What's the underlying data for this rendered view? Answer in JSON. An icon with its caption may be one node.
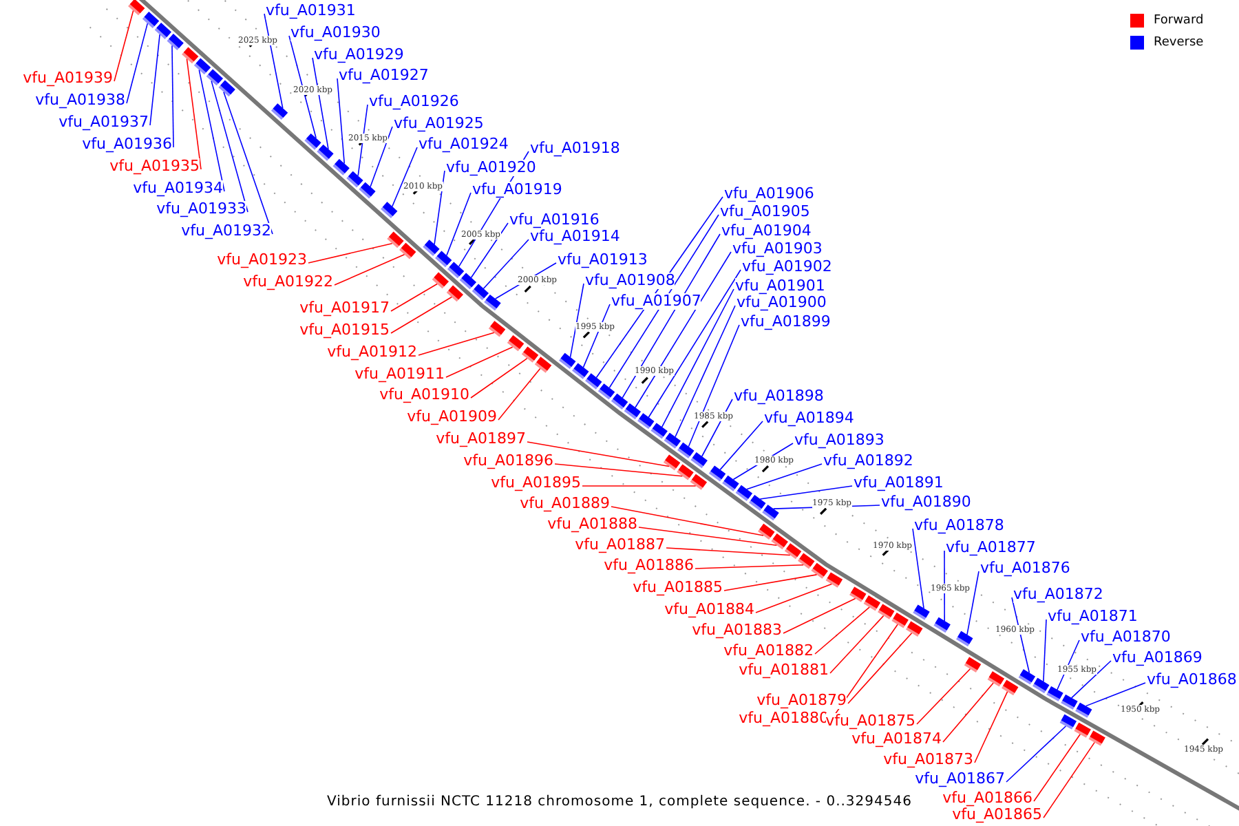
{
  "diagram": {
    "caption": "Vibrio furnissii NCTC 11218 chromosome 1, complete sequence. - 0..3294546",
    "nodes": [
      {
        "text": [
          "vfu_A01931"
        ]
      },
      {
        "text": [
          "vfu_A01930"
        ]
      },
      {
        "text": [
          "vfu_A01929"
        ]
      },
      {
        "text": [
          "vfu_A01927"
        ]
      },
      {
        "text": [
          "vfu_A01939"
        ]
      },
      {
        "text": [
          "vfu_A01926"
        ]
      },
      {
        "text": [
          "vfu_A01938"
        ]
      },
      {
        "text": [
          "vfu_A01925"
        ]
      },
      {
        "text": [
          "vfu_A01937"
        ]
      },
      {
        "text": [
          "vfu_A01924"
        ]
      },
      {
        "text": [
          "vfu_A01936"
        ]
      },
      {
        "text": [
          "vfu_A01918"
        ]
      },
      {
        "text": [
          "vfu_A01935"
        ]
      },
      {
        "text": [
          "vfu_A01920"
        ]
      },
      {
        "text": [
          "vfu_A01934"
        ]
      },
      {
        "text": [
          "vfu_A01919"
        ]
      },
      {
        "text": [
          "vfu_A01906"
        ]
      },
      {
        "text": [
          "vfu_A01933"
        ]
      },
      {
        "text": [
          "vfu_A01905"
        ]
      },
      {
        "text": [
          "vfu_A01916"
        ]
      },
      {
        "text": [
          "vfu_A01932"
        ]
      },
      {
        "text": [
          "vfu_A01904"
        ]
      },
      {
        "text": [
          "vfu_A01914"
        ]
      },
      {
        "text": [
          "vfu_A01903"
        ]
      },
      {
        "text": [
          "vfu_A01923"
        ]
      },
      {
        "text": [
          "vfu_A01913"
        ]
      },
      {
        "text": [
          "vfu_A01902"
        ]
      },
      {
        "text": [
          "vfu_A01922"
        ]
      },
      {
        "text": [
          "vfu_A01908"
        ]
      },
      {
        "text": [
          "vfu_A01901"
        ]
      },
      {
        "text": [
          "vfu_A01907"
        ]
      },
      {
        "text": [
          "vfu_A01900"
        ]
      },
      {
        "text": [
          "vfu_A01917"
        ]
      },
      {
        "text": [
          "vfu_A01899"
        ]
      },
      {
        "text": [
          "vfu_A01915"
        ]
      },
      {
        "text": [
          "vfu_A01912"
        ]
      },
      {
        "text": [
          "vfu_A01911"
        ]
      },
      {
        "text": [
          "vfu_A01910"
        ]
      },
      {
        "text": [
          "vfu_A01898"
        ]
      },
      {
        "text": [
          "vfu_A01909"
        ]
      },
      {
        "text": [
          "vfu_A01894"
        ]
      },
      {
        "text": [
          "vfu_A01897"
        ]
      },
      {
        "text": [
          "vfu_A01893"
        ]
      },
      {
        "text": [
          "vfu_A01896"
        ]
      },
      {
        "text": [
          "vfu_A01892"
        ]
      },
      {
        "text": [
          "vfu_A01895"
        ]
      },
      {
        "text": [
          "vfu_A01891"
        ]
      },
      {
        "text": [
          "vfu_A01890"
        ]
      },
      {
        "text": [
          "vfu_A01889"
        ]
      },
      {
        "text": [
          "vfu_A01888"
        ]
      },
      {
        "text": [
          "vfu_A01878"
        ]
      },
      {
        "text": [
          "vfu_A01887"
        ]
      },
      {
        "text": [
          "vfu_A01877"
        ]
      },
      {
        "text": [
          "vfu_A01886"
        ]
      },
      {
        "text": [
          "vfu_A01876"
        ]
      },
      {
        "text": [
          "vfu_A01885"
        ]
      },
      {
        "text": [
          "vfu_A01872"
        ]
      },
      {
        "text": [
          "vfu_A01884"
        ]
      },
      {
        "text": [
          "vfu_A01871"
        ]
      },
      {
        "text": [
          "vfu_A01883"
        ]
      },
      {
        "text": [
          "vfu_A01870"
        ]
      },
      {
        "text": [
          "vfu_A01882"
        ]
      },
      {
        "text": [
          "vfu_A01869"
        ]
      },
      {
        "text": [
          "vfu_A01881"
        ]
      },
      {
        "text": [
          "vfu_A01868"
        ]
      },
      {
        "text": [
          "vfu_A01879"
        ]
      },
      {
        "text": [
          "vfu_A01880"
        ]
      },
      {
        "text": [
          "vfu_A01875"
        ]
      },
      {
        "text": [
          "vfu_A01874"
        ]
      },
      {
        "text": [
          "vfu_A01873"
        ]
      },
      {
        "text": [
          "vfu_A01867"
        ]
      },
      {
        "text": [
          "vfu_A01866"
        ]
      },
      {
        "text": [
          "vfu_A01865"
        ]
      },
      {
        "text": [],
        "shape": "bar"
      },
      {
        "text": [],
        "shape": "bar"
      },
      {
        "text": [],
        "shape": "bar"
      },
      {
        "text": [],
        "shape": "bar"
      },
      {
        "text": [],
        "shape": "bar"
      },
      {
        "text": [],
        "shape": "bar"
      },
      {
        "text": [],
        "shape": "bar"
      },
      {
        "text": [],
        "shape": "bar"
      },
      {
        "text": [],
        "shape": "bar"
      },
      {
        "text": [],
        "shape": "bar"
      },
      {
        "text": [],
        "shape": "bar"
      },
      {
        "text": [],
        "shape": "bar"
      },
      {
        "text": [],
        "shape": "bar"
      },
      {
        "text": [],
        "shape": "bar"
      },
      {
        "text": [],
        "shape": "bar"
      },
      {
        "text": [],
        "shape": "bar"
      },
      {
        "text": [],
        "shape": "bar"
      },
      {
        "text": [],
        "shape": "bar"
      },
      {
        "text": [],
        "shape": "bar"
      },
      {
        "text": [],
        "shape": "bar"
      },
      {
        "text": [],
        "shape": "bar"
      },
      {
        "text": [],
        "shape": "bar"
      },
      {
        "text": [],
        "shape": "bar"
      },
      {
        "text": [],
        "shape": "bar"
      },
      {
        "text": [],
        "shape": "bar"
      },
      {
        "text": [],
        "shape": "bar"
      },
      {
        "text": [],
        "shape": "bar"
      },
      {
        "text": [],
        "shape": "bar"
      },
      {
        "text": [],
        "shape": "bar"
      },
      {
        "text": [],
        "shape": "bar"
      },
      {
        "text": [],
        "shape": "bar"
      },
      {
        "text": [],
        "shape": "bar"
      },
      {
        "text": [],
        "shape": "bar"
      },
      {
        "text": [],
        "shape": "bar"
      },
      {
        "text": [],
        "shape": "bar"
      },
      {
        "text": [],
        "shape": "bar"
      },
      {
        "text": [],
        "shape": "bar"
      },
      {
        "text": [],
        "shape": "bar"
      },
      {
        "text": [],
        "shape": "bar"
      },
      {
        "text": [],
        "shape": "bar"
      },
      {
        "text": [],
        "shape": "bar"
      },
      {
        "text": [],
        "shape": "bar"
      },
      {
        "text": [],
        "shape": "bar"
      },
      {
        "text": [],
        "shape": "bar"
      },
      {
        "text": [],
        "shape": "bar"
      },
      {
        "text": [],
        "shape": "bar"
      },
      {
        "text": [],
        "shape": "bar"
      },
      {
        "text": [],
        "shape": "bar"
      },
      {
        "text": [],
        "shape": "bar"
      },
      {
        "text": [],
        "shape": "bar"
      },
      {
        "text": [],
        "shape": "bar"
      },
      {
        "text": [],
        "shape": "bar"
      },
      {
        "text": [],
        "shape": "bar"
      },
      {
        "text": [],
        "shape": "bar"
      },
      {
        "text": [],
        "shape": "bar"
      },
      {
        "text": [],
        "shape": "bar"
      },
      {
        "text": [],
        "shape": "bar"
      },
      {
        "text": [],
        "shape": "bar"
      },
      {
        "text": [],
        "shape": "bar"
      },
      {
        "text": [],
        "shape": "bar"
      },
      {
        "text": [],
        "shape": "bar"
      },
      {
        "text": [],
        "shape": "bar"
      },
      {
        "text": [],
        "shape": "bar"
      },
      {
        "text": [],
        "shape": "bar"
      },
      {
        "text": [],
        "shape": "bar"
      },
      {
        "text": [],
        "shape": "bar"
      },
      {
        "text": [],
        "shape": "bar"
      },
      {
        "text": [],
        "shape": "bar"
      },
      {
        "text": [],
        "shape": "bar"
      },
      {
        "text": [],
        "shape": "bar"
      },
      {
        "text": [],
        "shape": "bar"
      },
      {
        "text": [],
        "shape": "bar"
      },
      {
        "text": [],
        "shape": "bar"
      }
    ],
    "edges": [
      {
        "from": 0,
        "to": 73,
        "arrow": "none"
      },
      {
        "from": 1,
        "to": 74,
        "arrow": "none"
      },
      {
        "from": 2,
        "to": 75,
        "arrow": "none"
      },
      {
        "from": 3,
        "to": 76,
        "arrow": "none"
      },
      {
        "from": 4,
        "to": 77,
        "arrow": "none",
        "color": "#ff0000"
      },
      {
        "from": 5,
        "to": 78,
        "arrow": "none"
      },
      {
        "from": 6,
        "to": 79,
        "arrow": "none"
      },
      {
        "from": 7,
        "to": 80,
        "arrow": "none"
      },
      {
        "from": 8,
        "to": 81,
        "arrow": "none"
      },
      {
        "from": 9,
        "to": 82,
        "arrow": "none"
      },
      {
        "from": 10,
        "to": 83,
        "arrow": "none"
      },
      {
        "from": 11,
        "to": 84,
        "arrow": "none"
      },
      {
        "from": 12,
        "to": 85,
        "arrow": "none",
        "color": "#ff0000"
      },
      {
        "from": 13,
        "to": 86,
        "arrow": "none"
      },
      {
        "from": 14,
        "to": 87,
        "arrow": "none"
      },
      {
        "from": 15,
        "to": 88,
        "arrow": "none"
      },
      {
        "from": 16,
        "to": 89,
        "arrow": "none"
      },
      {
        "from": 17,
        "to": 90,
        "arrow": "none"
      },
      {
        "from": 18,
        "to": 91,
        "arrow": "none"
      },
      {
        "from": 19,
        "to": 92,
        "arrow": "none"
      },
      {
        "from": 20,
        "to": 93,
        "arrow": "none"
      },
      {
        "from": 21,
        "to": 94,
        "arrow": "none"
      },
      {
        "from": 22,
        "to": 95,
        "arrow": "none"
      },
      {
        "from": 23,
        "to": 96,
        "arrow": "none"
      },
      {
        "from": 24,
        "to": 97,
        "arrow": "none",
        "color": "#ff0000"
      },
      {
        "from": 25,
        "to": 98,
        "arrow": "none"
      },
      {
        "from": 26,
        "to": 99,
        "arrow": "none"
      },
      {
        "from": 27,
        "to": 100,
        "arrow": "none",
        "color": "#ff0000"
      },
      {
        "from": 28,
        "to": 101,
        "arrow": "none"
      },
      {
        "from": 29,
        "to": 102,
        "arrow": "none"
      },
      {
        "from": 30,
        "to": 103,
        "arrow": "none"
      },
      {
        "from": 31,
        "to": 104,
        "arrow": "none"
      },
      {
        "from": 32,
        "to": 105,
        "arrow": "none",
        "color": "#ff0000"
      },
      {
        "from": 33,
        "to": 106,
        "arrow": "none"
      },
      {
        "from": 34,
        "to": 107,
        "arrow": "none",
        "color": "#ff0000"
      },
      {
        "from": 35,
        "to": 108,
        "arrow": "none",
        "color": "#ff0000"
      },
      {
        "from": 36,
        "to": 109,
        "arrow": "none",
        "color": "#ff0000"
      },
      {
        "from": 37,
        "to": 110,
        "arrow": "none",
        "color": "#ff0000"
      },
      {
        "from": 38,
        "to": 111,
        "arrow": "none"
      },
      {
        "from": 39,
        "to": 112,
        "arrow": "none",
        "color": "#ff0000"
      },
      {
        "from": 40,
        "to": 113,
        "arrow": "none"
      },
      {
        "from": 41,
        "to": 114,
        "arrow": "none",
        "color": "#ff0000"
      },
      {
        "from": 42,
        "to": 115,
        "arrow": "none"
      },
      {
        "from": 43,
        "to": 116,
        "arrow": "none",
        "color": "#ff0000"
      },
      {
        "from": 44,
        "to": 117,
        "arrow": "none"
      },
      {
        "from": 45,
        "to": 118,
        "arrow": "none",
        "color": "#ff0000"
      },
      {
        "from": 46,
        "to": 119,
        "arrow": "none"
      },
      {
        "from": 47,
        "to": 120,
        "arrow": "none"
      },
      {
        "from": 48,
        "to": 121,
        "arrow": "none",
        "color": "#ff0000"
      },
      {
        "from": 49,
        "to": 122,
        "arrow": "none",
        "color": "#ff0000"
      },
      {
        "from": 50,
        "to": 123,
        "arrow": "none"
      },
      {
        "from": 51,
        "to": 124,
        "arrow": "none",
        "color": "#ff0000"
      },
      {
        "from": 52,
        "to": 125,
        "arrow": "none"
      },
      {
        "from": 53,
        "to": 126,
        "arrow": "none",
        "color": "#ff0000"
      },
      {
        "from": 54,
        "to": 127,
        "arrow": "none"
      },
      {
        "from": 55,
        "to": 128,
        "arrow": "none",
        "color": "#ff0000"
      },
      {
        "from": 56,
        "to": 129,
        "arrow": "none"
      },
      {
        "from": 57,
        "to": 130,
        "arrow": "none",
        "color": "#ff0000"
      },
      {
        "from": 58,
        "to": 131,
        "arrow": "none"
      },
      {
        "from": 59,
        "to": 132,
        "arrow": "none",
        "color": "#ff0000"
      },
      {
        "from": 60,
        "to": 133,
        "arrow": "none"
      },
      {
        "from": 61,
        "to": 134,
        "arrow": "none",
        "color": "#ff0000"
      },
      {
        "from": 62,
        "to": 135,
        "arrow": "none"
      },
      {
        "from": 63,
        "to": 136,
        "arrow": "none",
        "color": "#ff0000"
      },
      {
        "from": 64,
        "to": 137,
        "arrow": "none"
      },
      {
        "from": 65,
        "to": 138,
        "arrow": "none",
        "color": "#ff0000"
      },
      {
        "from": 66,
        "to": 139,
        "arrow": "none",
        "color": "#ff0000"
      },
      {
        "from": 67,
        "to": 140,
        "arrow": "none",
        "color": "#ff0000"
      },
      {
        "from": 68,
        "to": 141,
        "arrow": "none",
        "color": "#ff0000"
      },
      {
        "from": 69,
        "to": 142,
        "arrow": "none",
        "color": "#ff0000"
      },
      {
        "from": 70,
        "to": 143,
        "arrow": "none"
      },
      {
        "from": 71,
        "to": 144,
        "arrow": "none",
        "color": "#ff0000"
      },
      {
        "from": 72,
        "to": 145,
        "arrow": "none",
        "color": "#ff0000"
      }
    ],
    "labels": [
      "2025 kbp",
      "2020 kbp",
      "2015 kbp",
      "2010 kbp",
      "2005 kbp",
      "2000 kbp",
      "1995 kbp",
      "1990 kbp",
      "1985 kbp",
      "1980 kbp",
      "1975 kbp",
      "1970 kbp",
      "1965 kbp",
      "1960 kbp",
      "1955 kbp",
      "1950 kbp",
      "1945 kbp"
    ],
    "legend": [
      {
        "text": "Forward",
        "color": "#ff0000"
      },
      {
        "text": "Reverse",
        "color": "#0000ff"
      }
    ]
  }
}
